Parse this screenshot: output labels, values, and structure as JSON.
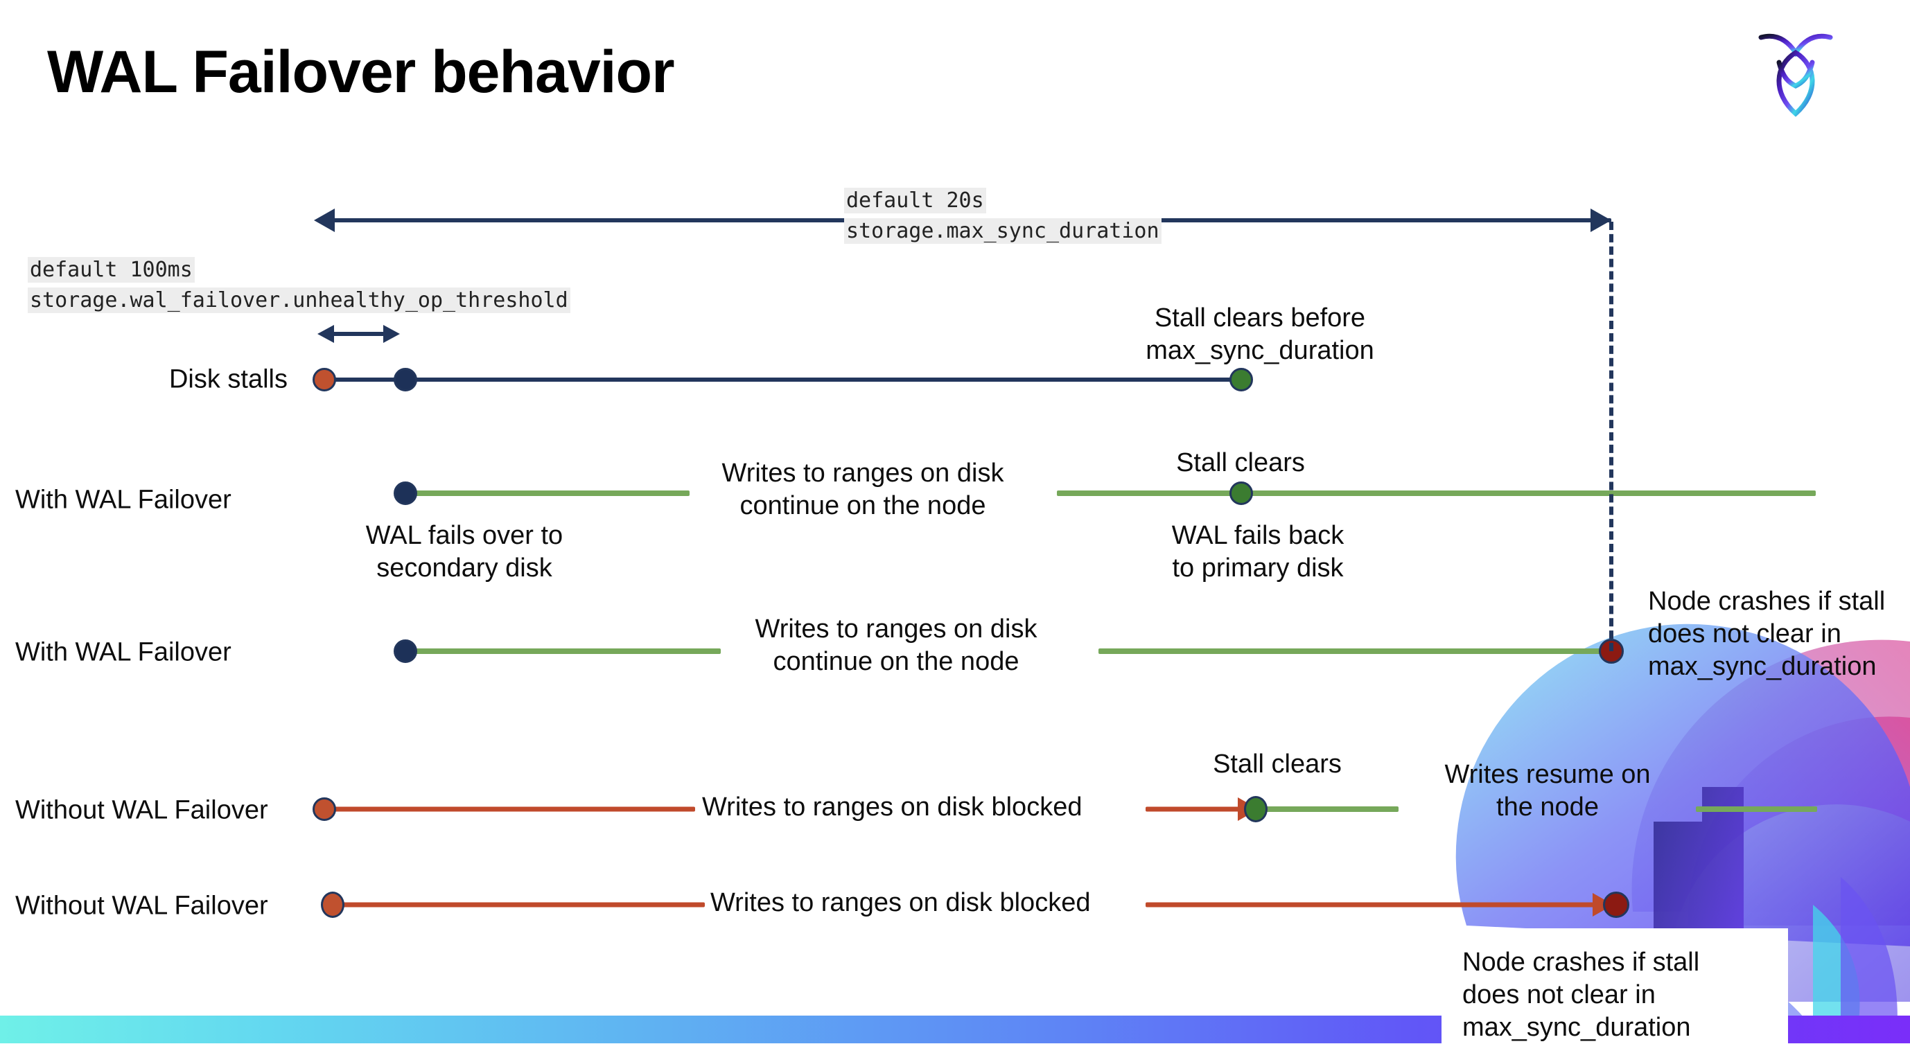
{
  "slide": {
    "title": "WAL Failover behavior",
    "logo_name": "cockroachdb-logo"
  },
  "config_labels": {
    "max_sync": {
      "line1": "default 20s",
      "line2": "storage.max_sync_duration"
    },
    "unhealthy_op": {
      "line1": "default 100ms",
      "line2": "storage.wal_failover.unhealthy_op_threshold"
    }
  },
  "rows": [
    {
      "label": "Disk stalls",
      "notes": [
        "Stall clears before\nmax_sync_duration"
      ]
    },
    {
      "label": "With WAL Failover",
      "notes": [
        "Writes to ranges on disk\ncontinue on the node",
        "Stall clears",
        "WAL fails over to\nsecondary disk",
        "WAL fails  back\nto primary disk"
      ]
    },
    {
      "label": "With WAL Failover",
      "notes": [
        "Writes to ranges on disk\ncontinue on the node",
        "Node crashes if stall\ndoes not clear in\nmax_sync_duration"
      ]
    },
    {
      "label": "Without WAL Failover",
      "notes": [
        "Writes to ranges on disk  blocked",
        "Stall clears",
        "Writes resume on\nthe node"
      ]
    },
    {
      "label": "Without WAL Failover",
      "notes": [
        "Writes to ranges on disk  blocked",
        "Node crashes if stall\ndoes not clear in\nmax_sync_duration"
      ]
    }
  ],
  "colors": {
    "navy": "#22365c",
    "green": "#76a85a",
    "green_dot": "#3b7c30",
    "red_line": "#c04a2b",
    "orange_dot": "#c0512f",
    "dark_red_dot": "#8c1a12",
    "code_chip_bg": "#ededed",
    "bottom_bar_from": "#6ff0e8",
    "bottom_bar_to": "#7a2ef9"
  }
}
